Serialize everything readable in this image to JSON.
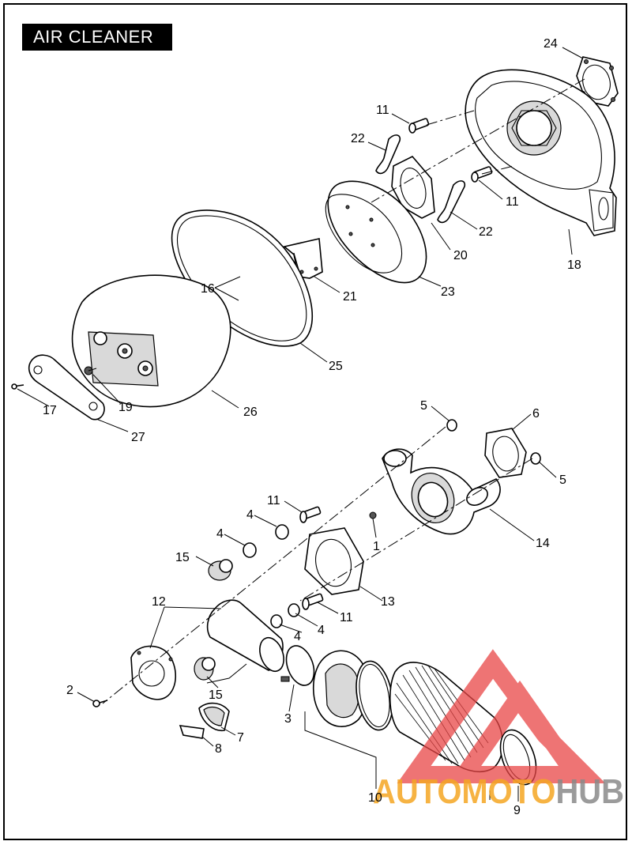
{
  "title": "AIR CLEANER",
  "callouts": [
    {
      "id": "c24a",
      "text": "24"
    },
    {
      "id": "c11a",
      "text": "11"
    },
    {
      "id": "c22a",
      "text": "22"
    },
    {
      "id": "c11b",
      "text": "11"
    },
    {
      "id": "c22b",
      "text": "22"
    },
    {
      "id": "c20",
      "text": "20"
    },
    {
      "id": "c18",
      "text": "18"
    },
    {
      "id": "c16",
      "text": "16"
    },
    {
      "id": "c21",
      "text": "21"
    },
    {
      "id": "c23",
      "text": "23"
    },
    {
      "id": "c25",
      "text": "25"
    },
    {
      "id": "c17",
      "text": "17"
    },
    {
      "id": "c19",
      "text": "19"
    },
    {
      "id": "c26",
      "text": "26"
    },
    {
      "id": "c27",
      "text": "27"
    },
    {
      "id": "c5a",
      "text": "5"
    },
    {
      "id": "c6",
      "text": "6"
    },
    {
      "id": "c5b",
      "text": "5"
    },
    {
      "id": "c11c",
      "text": "11"
    },
    {
      "id": "c4a",
      "text": "4"
    },
    {
      "id": "c4b",
      "text": "4"
    },
    {
      "id": "c1",
      "text": "1"
    },
    {
      "id": "c14",
      "text": "14"
    },
    {
      "id": "c15a",
      "text": "15"
    },
    {
      "id": "c13",
      "text": "13"
    },
    {
      "id": "c12",
      "text": "12"
    },
    {
      "id": "c11d",
      "text": "11"
    },
    {
      "id": "c4c",
      "text": "4"
    },
    {
      "id": "c4d",
      "text": "4"
    },
    {
      "id": "c2",
      "text": "2"
    },
    {
      "id": "c15b",
      "text": "15"
    },
    {
      "id": "c3",
      "text": "3"
    },
    {
      "id": "c7",
      "text": "7"
    },
    {
      "id": "c8",
      "text": "8"
    },
    {
      "id": "c10",
      "text": "10"
    },
    {
      "id": "c9",
      "text": "9"
    }
  ],
  "watermark": {
    "part1": "AUTOMOTO",
    "part2": "HUB",
    "color1": "#f5a623",
    "color2": "#8a8a8a",
    "logo_color": "#e84545"
  }
}
